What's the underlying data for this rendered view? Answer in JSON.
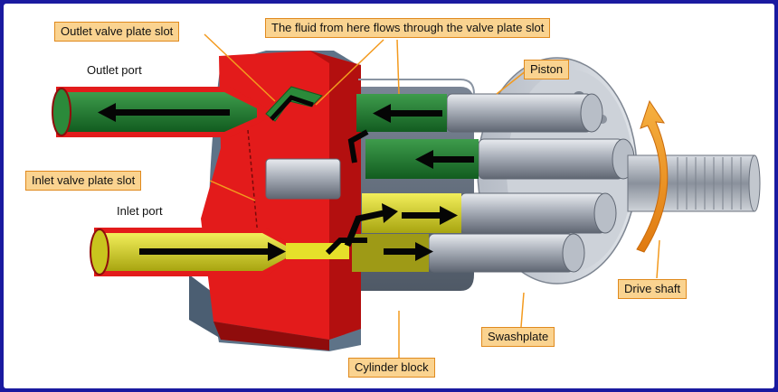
{
  "labels": {
    "outlet_valve_plate_slot": "Outlet valve plate slot",
    "fluid_flow_note": "The fluid from here flows through the valve plate slot",
    "piston": "Piston",
    "outlet_port": "Outlet port",
    "inlet_valve_plate_slot": "Inlet valve plate slot",
    "inlet_port": "Inlet port",
    "drive_shaft": "Drive shaft",
    "swashplate": "Swashplate",
    "cylinder_block": "Cylinder block"
  },
  "colors": {
    "border": "#1a1aa0",
    "callout_fill": "#fad390",
    "callout_stroke": "#e08a1e",
    "housing_red": "#e31b1b",
    "outlet_fluid_green": "#1f7a2e",
    "inlet_fluid_yellow": "#e6e02a",
    "metal": "#9fa6b2",
    "rotation_arrow": "#f39a1e"
  },
  "icons": [
    "flow-arrow-icon",
    "rotation-arrow-icon"
  ]
}
